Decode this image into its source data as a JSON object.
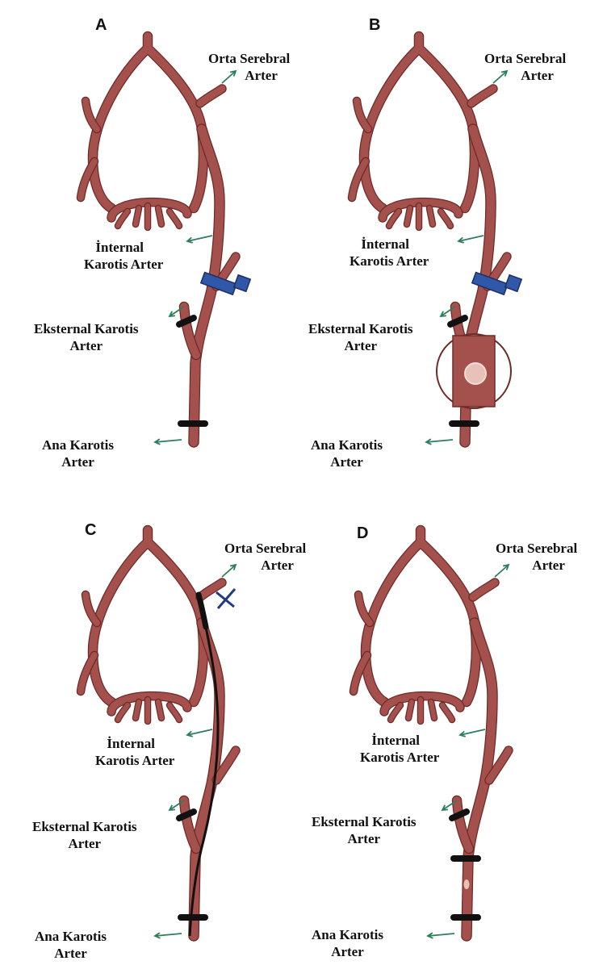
{
  "colors": {
    "vessel": "#a4504c",
    "vessel_outline": "#6e2a27",
    "arrow": "#2e7d5b",
    "clip": "#111111",
    "catheter": "#3057a8",
    "background": "#ffffff"
  },
  "panels": [
    {
      "letter": "A",
      "labels": {
        "orta_1": "Orta Serebral",
        "orta_2": "Arter",
        "internal_1": "İnternal",
        "internal_2": "Karotis Arter",
        "eksternal_1": "Eksternal Karotis",
        "eksternal_2": "Arter",
        "ana_1": "Ana Karotis",
        "ana_2": "Arter"
      },
      "features": [
        "catheter"
      ]
    },
    {
      "letter": "B",
      "labels": {
        "orta_1": "Orta Serebral",
        "orta_2": "Arter",
        "internal_1": "İnternal",
        "internal_2": "Karotis Arter",
        "eksternal_1": "Eksternal Karotis",
        "eksternal_2": "Arter",
        "ana_1": "Ana Karotis",
        "ana_2": "Arter"
      },
      "features": [
        "catheter",
        "magnified-inset"
      ]
    },
    {
      "letter": "C",
      "labels": {
        "orta_1": "Orta Serebral",
        "orta_2": "Arter",
        "internal_1": "İnternal",
        "internal_2": "Karotis Arter",
        "eksternal_1": "Eksternal Karotis",
        "eksternal_2": "Arter",
        "ana_1": "Ana Karotis",
        "ana_2": "Arter"
      },
      "features": [
        "filament",
        "occlusion-mark"
      ]
    },
    {
      "letter": "D",
      "labels": {
        "orta_1": "Orta Serebral",
        "orta_2": "Arter",
        "internal_1": "İnternal",
        "internal_2": "Karotis Arter",
        "eksternal_1": "Eksternal Karotis",
        "eksternal_2": "Arter",
        "ana_1": "Ana Karotis",
        "ana_2": "Arter"
      },
      "features": [
        "double-ligature"
      ]
    }
  ]
}
